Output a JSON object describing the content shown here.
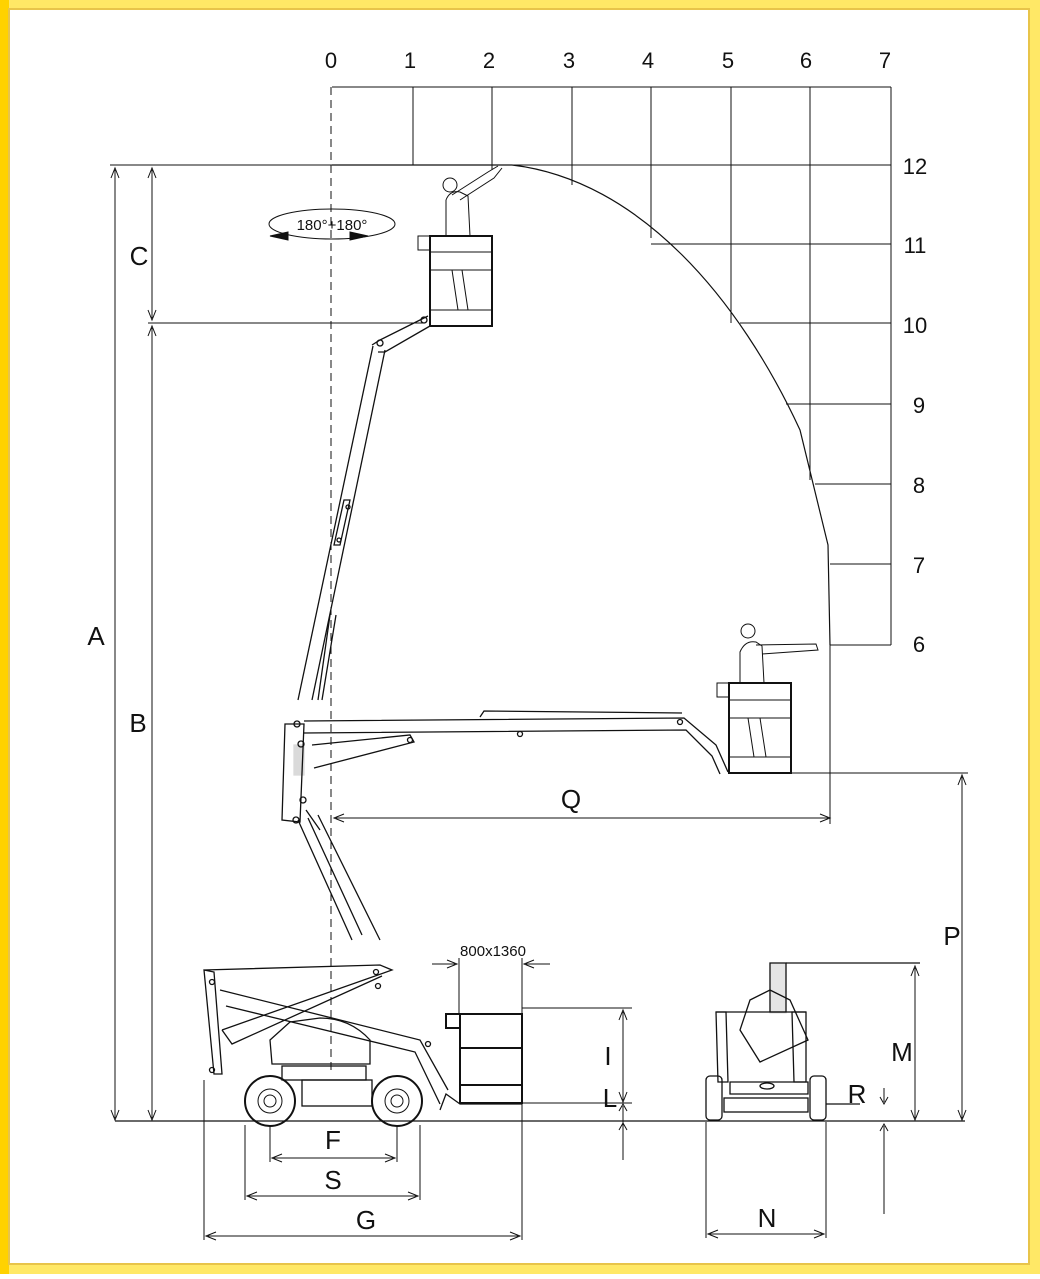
{
  "colors": {
    "border_outer": "#ffe866",
    "border_left": "#ffd200",
    "border_inner": "#e8c44a",
    "background": "#ffffff",
    "ink": "#111111"
  },
  "grid": {
    "x_ticks": [
      "0",
      "1",
      "2",
      "3",
      "4",
      "5",
      "6",
      "7"
    ],
    "y_ticks": [
      "12",
      "11",
      "10",
      "9",
      "8",
      "7",
      "6"
    ]
  },
  "dimensions": {
    "A": "A",
    "B": "B",
    "C": "C",
    "P": "P",
    "Q": "Q",
    "I": "I",
    "L": "L",
    "M": "M",
    "R": "R",
    "F": "F",
    "S": "S",
    "G": "G",
    "N": "N"
  },
  "annotations": {
    "rotation": "180°+180°",
    "basket_size": "800x1360"
  }
}
